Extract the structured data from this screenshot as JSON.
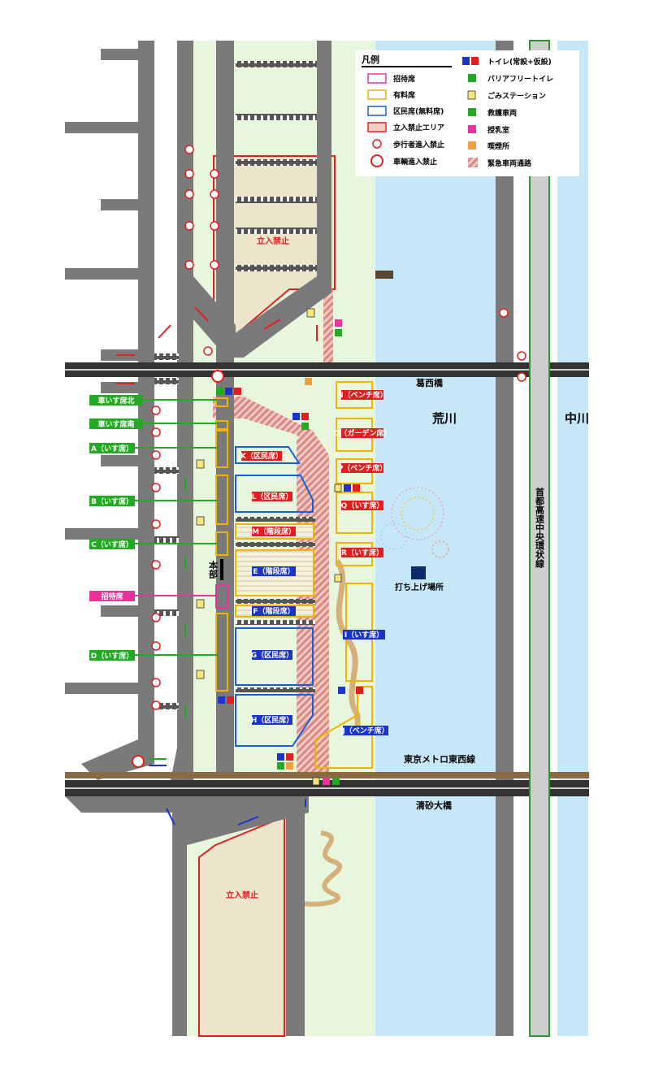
{
  "legend": {
    "title": "凡例",
    "items": [
      {
        "label": "招待席",
        "icon": "invited-seat-box-icon",
        "color": "#e8339a"
      },
      {
        "label": "有料席",
        "icon": "paid-seat-box-icon",
        "color": "#f0b400"
      },
      {
        "label": "区民席(無料席)",
        "icon": "resident-seat-box-icon",
        "color": "#1a5fd8"
      },
      {
        "label": "立入禁止エリア",
        "icon": "restricted-area-icon",
        "color": "#e02020"
      },
      {
        "label": "歩行者進入禁止",
        "icon": "no-pedestrian-icon",
        "color": "#e02020"
      },
      {
        "label": "車輌進入禁止",
        "icon": "no-vehicle-icon",
        "color": "#e02020"
      },
      {
        "label": "トイレ(常設+仮設)",
        "icon": "toilet-icon"
      },
      {
        "label": "バリアフリートイレ",
        "icon": "accessible-toilet-icon"
      },
      {
        "label": "ごみステーション",
        "icon": "trash-station-icon"
      },
      {
        "label": "救護車両",
        "icon": "first-aid-icon"
      },
      {
        "label": "授乳室",
        "icon": "nursing-room-icon"
      },
      {
        "label": "喫煙所",
        "icon": "smoking-area-icon"
      },
      {
        "label": "緊急車両通路",
        "icon": "emergency-route-icon"
      }
    ]
  },
  "areas": {
    "restricted_north": "立入禁止",
    "restricted_south": "立入禁止",
    "hq": "本部",
    "launch_site": "打ち上げ場所"
  },
  "rivers": {
    "arakawa": "荒川",
    "nakagawa": "中川"
  },
  "expressway": "首都高速中央環状線",
  "bridges": {
    "kasai": "葛西橋",
    "kiyosuna": "清砂大橋"
  },
  "railway": "東京メトロ東西線",
  "blue_seats": [
    "K（区民席）",
    "L（区民席）",
    "G（区民席）",
    "H（区民席）",
    "I（いす席）",
    "J（ベンチ席）"
  ],
  "gold_seats": [
    "M（階段席）",
    "E（階段席）",
    "F（階段席）"
  ],
  "red_seats": [
    "N（ベンチ席）",
    "O（ガーデン席）",
    "P（ベンチ席）",
    "Q（いす席）",
    "R（いす席）"
  ],
  "green_tags": [
    "車いす席北",
    "車いす席南",
    "A（いす席）",
    "B（いす席）",
    "C（いす席）",
    "D（いす席）"
  ],
  "invited_tag": "招待席",
  "colors": {
    "road": "#7a7a7a",
    "river": "#c6e7f8",
    "riverbank": "#e8f6dd",
    "restricted_fill": "#ede4cc",
    "red_label": "#e02020",
    "blue_label": "#1a35c8",
    "green_label": "#22aa22",
    "pink_label": "#e8339a"
  }
}
